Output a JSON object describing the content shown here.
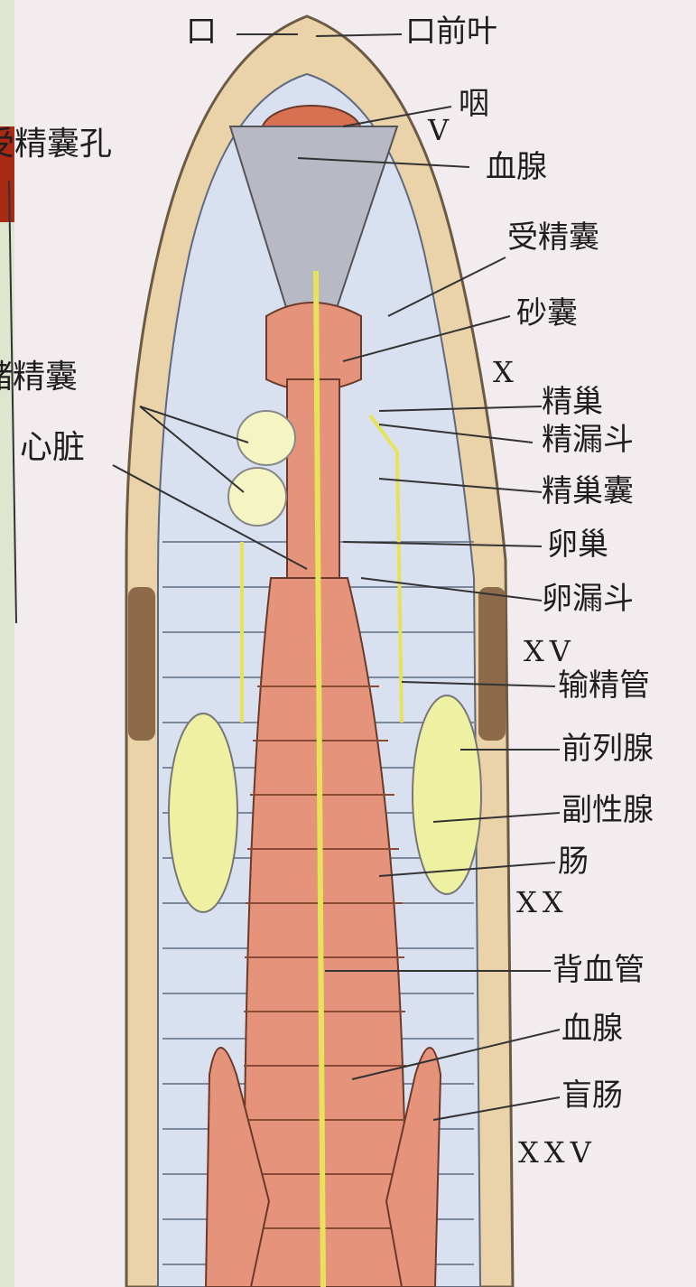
{
  "labels": {
    "mouth": "口",
    "prostomium": "口前叶",
    "pharynx": "咽",
    "seg_v": "V",
    "blood_gland_top": "血腺",
    "spermatheca": "受精囊",
    "gizzard": "砂囊",
    "seg_x": "X",
    "testis": "精巢",
    "sperm_funnel": "精漏斗",
    "testis_sac": "精巢囊",
    "ovary": "卵巢",
    "oviduct_funnel": "卵漏斗",
    "seg_xv": "XV",
    "vas_deferens": "输精管",
    "prostate": "前列腺",
    "accessory_gland": "副性腺",
    "intestine": "肠",
    "seg_xx": "XX",
    "dorsal_vessel": "背血管",
    "blood_gland_bottom": "血腺",
    "caecum": "盲肠",
    "seg_xxv": "XXV",
    "spermatheca_pore": "受精囊孔",
    "seminal_vesicle": "储精囊",
    "heart": "心脏"
  },
  "colors": {
    "accent_bar": "#a82a12",
    "body_wall": "#e8cfa6",
    "gut": "#e5937a",
    "vessel": "#e6e35a",
    "gland": "#eef0a2",
    "clitellum": "#8c6a4a"
  }
}
